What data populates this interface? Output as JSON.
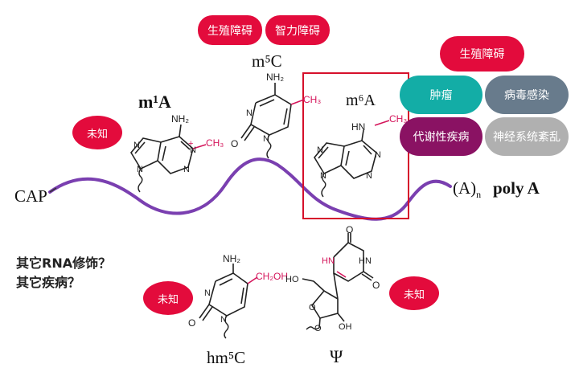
{
  "colors": {
    "red": "#e30b3c",
    "teal": "#13ada6",
    "slate": "#687b8c",
    "purple": "#8a1263",
    "gray": "#b0b0b0",
    "strand": "#7a3fb0",
    "highlight": "#d4145a"
  },
  "tags": {
    "m5c_fertility": "生殖障碍",
    "m5c_intellect": "智力障碍",
    "m6a_fertility": "生殖障碍",
    "m6a_tumor": "肿瘤",
    "m6a_virus": "病毒感染",
    "m6a_metabolic": "代谢性疾病",
    "m6a_neuro": "神经系统紊乱",
    "m1a_unknown": "未知",
    "hm5c_unknown": "未知",
    "psi_unknown": "未知"
  },
  "labels": {
    "cap": "CAP",
    "polya_a": "(A)",
    "polya_n": "n",
    "polya_text": "poly A",
    "m1a": "m¹A",
    "m5c": "m⁵C",
    "m6a": "m⁶A",
    "hm5c": "hm⁵C",
    "psi": "Ψ"
  },
  "questions": {
    "q1": "其它RNA修饰？",
    "q2": "其它疾病？"
  },
  "atoms": {
    "nh2": "NH₂",
    "nh": "HN",
    "ch3": "CH₃",
    "n": "N",
    "o": "O",
    "plus": "+",
    "ch2oh": "CH₂OH",
    "oh": "OH",
    "ho": "HO",
    "hn": "HN"
  }
}
